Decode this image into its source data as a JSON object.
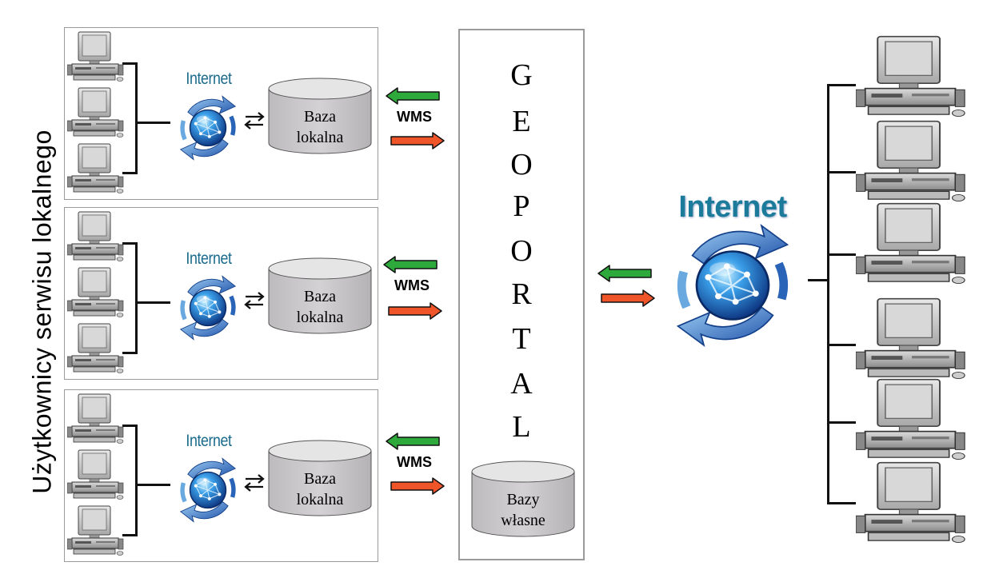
{
  "side_label": "Użytkownicy serwisu lokalnego",
  "groups": [
    {
      "internet_label": "Internet",
      "db_line1": "Baza",
      "db_line2": "lokalna",
      "wms": "WMS"
    },
    {
      "internet_label": "Internet",
      "db_line1": "Baza",
      "db_line2": "lokalna",
      "wms": "WMS"
    },
    {
      "internet_label": "Internet",
      "db_line1": "Baza",
      "db_line2": "lokalna",
      "wms": "WMS"
    }
  ],
  "geoportal": {
    "letters": [
      "G",
      "E",
      "O",
      "P",
      "O",
      "R",
      "T",
      "A",
      "L"
    ],
    "db_line1": "Bazy",
    "db_line2": "własne"
  },
  "big_internet_label": "Internet",
  "colors": {
    "arrow_left": "#2eaa3c",
    "arrow_right": "#f0552a",
    "db_fill": "#c8c6c8",
    "frame": "#9a9a9a",
    "globe_blue": "#1a5fb4"
  }
}
